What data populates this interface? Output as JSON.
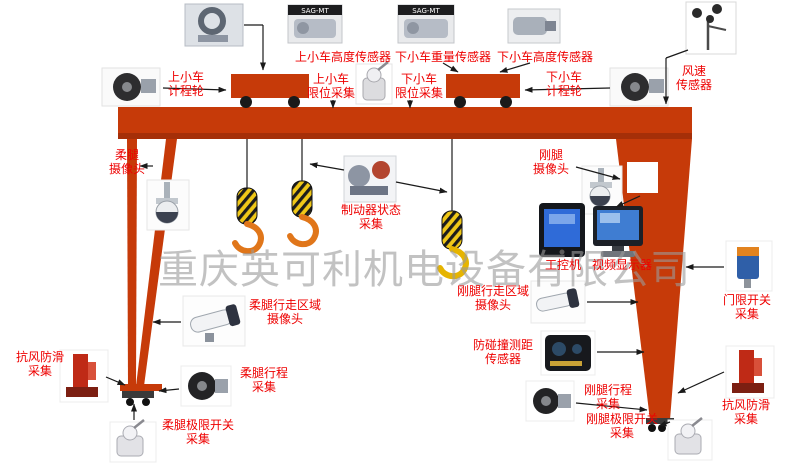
{
  "company_watermark": "重庆英可利机电设备有限公司",
  "models": {
    "sensor_model": "SAG-MT"
  },
  "labels": {
    "upper_trolley_height_sensor": "上小车高度传感器",
    "lower_trolley_weight_sensor": "下小车重量传感器",
    "lower_trolley_height_sensor": "下小车高度传感器",
    "upper_trolley_odometer": "上小车\n计程轮",
    "lower_trolley_odometer": "下小车\n计程轮",
    "upper_trolley_limit": "上小车\n限位采集",
    "lower_trolley_limit": "下小车\n限位采集",
    "wind_speed_sensor": "风速\n传感器",
    "flexible_leg_camera": "柔腿\n摄像头",
    "rigid_leg_camera": "刚腿\n摄像头",
    "brake_status": "制动器状态\n采集",
    "industrial_computer": "工控机",
    "video_display": "视频显示器",
    "flexible_leg_area_camera": "柔腿行走区域\n摄像头",
    "rigid_leg_area_camera": "刚腿行走区域\n摄像头",
    "anti_collision_sensor": "防碰撞测距\n传感器",
    "door_limit_switch": "门限开关\n采集",
    "anti_wind_left": "抗风防滑\n采集",
    "anti_wind_right": "抗风防滑\n采集",
    "flexible_leg_travel": "柔腿行程\n采集",
    "rigid_leg_travel": "刚腿行程\n采集",
    "flexible_leg_limit_switch": "柔腿极限开关\n采集",
    "rigid_leg_limit_switch": "刚腿极限开关\n采集"
  },
  "colors": {
    "crane": "#c63a09",
    "label_text": "#ee0000",
    "watermark": "#9b9b9b",
    "hook_orange": "#e0761a",
    "hook_yellow": "#e6b400",
    "background": "#ffffff"
  }
}
